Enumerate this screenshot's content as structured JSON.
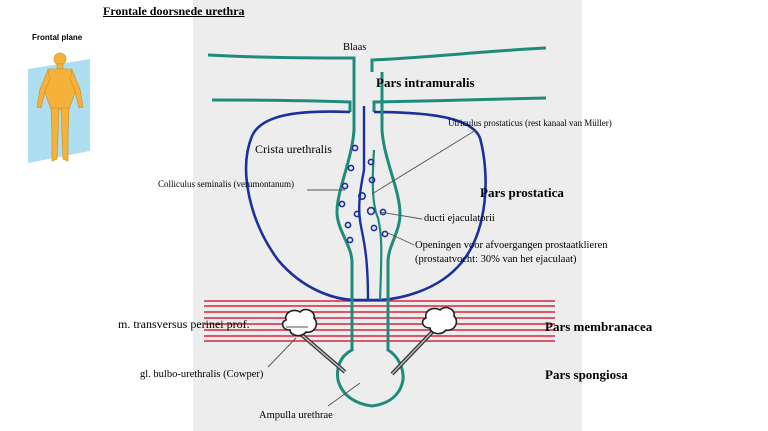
{
  "title": "Frontale doorsnede urethra",
  "inset": {
    "label": "Frontal plane",
    "figure": "human-figure-frontal-plane-icon"
  },
  "labels": {
    "blaas": "Blaas",
    "pars_intramuralis": "Pars intramuralis",
    "utriculus": "Utriculus prostaticus (rest kanaal van Müller)",
    "crista": "Crista urethralis",
    "colliculus": "Colliculus seminalis (verumontanum)",
    "pars_prostatica": "Pars prostatica",
    "ducti": "ducti ejaculatorii",
    "openingen_1": "Openingen voor afvoergangen prostaatklieren",
    "openingen_2": "(prostaatvocht: 30% van het ejaculaat)",
    "transversus": "m. transversus perinei prof.",
    "pars_membranacea": "Pars membranacea",
    "bulbo": "gl. bulbo-urethralis (Cowper)",
    "pars_spongiosa": "Pars spongiosa",
    "ampulla": "Ampulla urethrae"
  },
  "colors": {
    "urethra": "#1f8b7a",
    "prostate": "#1b2f9e",
    "muscle": "#d9253e",
    "plane": "#9fd8f0",
    "figure": "#f5b13a",
    "panel": "#ededed"
  }
}
